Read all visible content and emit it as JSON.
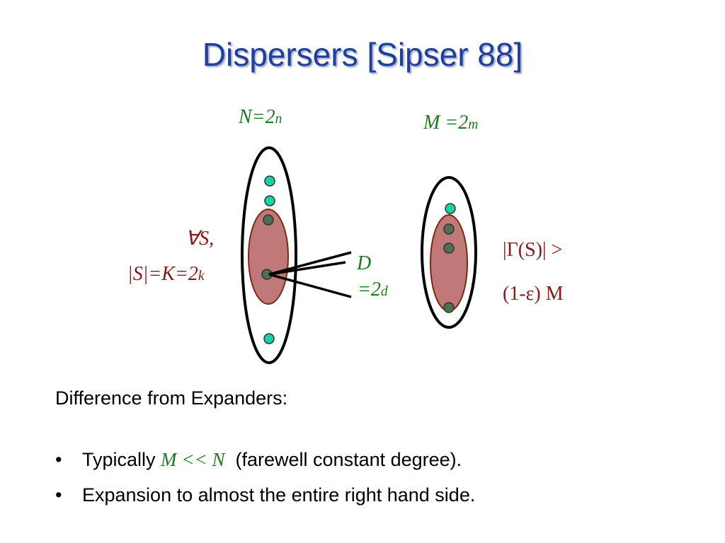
{
  "title": "Dispersers [Sipser 88]",
  "left_set": {
    "base": "N=2",
    "exp": "n"
  },
  "right_set": {
    "base": "M =2",
    "exp": "m"
  },
  "subset_label": {
    "forall": "∀S,",
    "size_base": "|S|=K=2",
    "size_exp": "k"
  },
  "degree_label": {
    "d_name": "D",
    "d_base": "=2",
    "d_exp": "d"
  },
  "neighborhood_label": {
    "line1": "|Γ(S)| >",
    "line2": "(1-ε) M"
  },
  "difference_heading": "Difference from Expanders:",
  "bullets": [
    {
      "bullet": "•",
      "prefix": "Typically ",
      "math": "M << N",
      "suffix": "  (farewell constant degree)."
    },
    {
      "bullet": "•",
      "text": "Expansion to almost the entire right hand side."
    }
  ],
  "colors": {
    "title": "#1f3f9f",
    "set_label": "#1a7a1a",
    "subset_text": "#8a1616",
    "subset_fill": "#c07878",
    "teal_node": "#19d3a6",
    "dark_node": "#4f7050"
  }
}
